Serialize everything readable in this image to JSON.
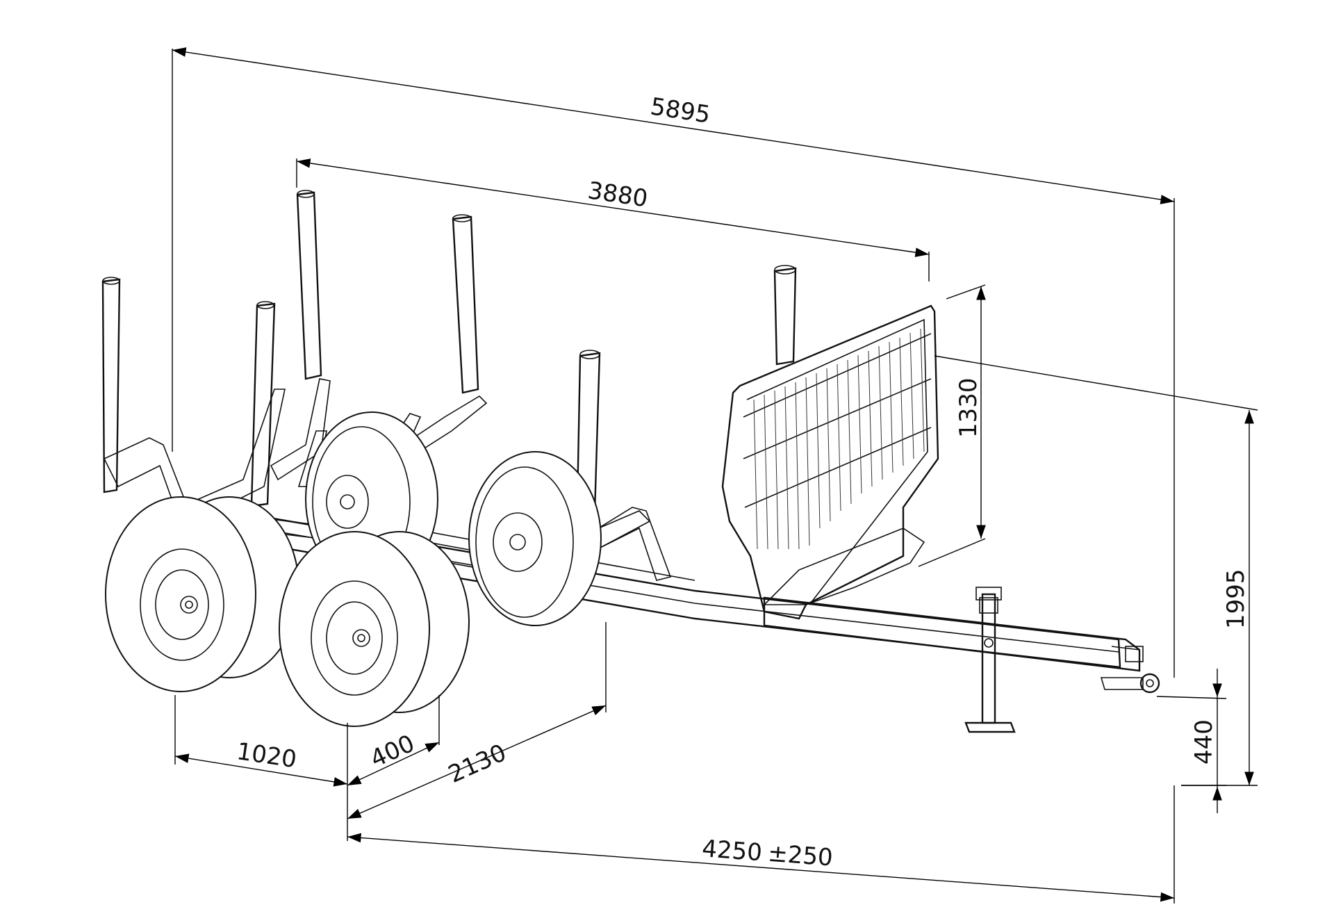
{
  "dimensions": {
    "overall_length": "5895",
    "bunk_length": "3880",
    "headboard_height": "1330",
    "overall_height": "1995",
    "hitch_height": "440",
    "axle_track": "1020",
    "tire_width": "400",
    "bogie_length": "2130",
    "drawbar_length": "4250",
    "drawbar_tolerance": "±250"
  },
  "colors": {
    "line": "#111111",
    "background": "#ffffff"
  }
}
